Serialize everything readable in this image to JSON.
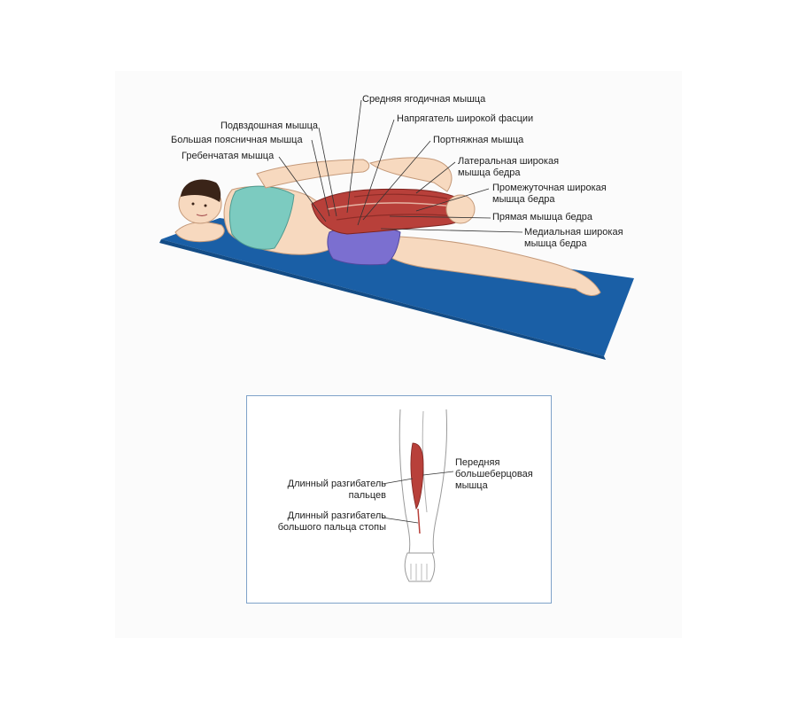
{
  "main_figure": {
    "labels": {
      "gluteus_medius": "Средняя ягодичная мышца",
      "iliacus": "Подвздошная мышца",
      "tensor_fasciae_latae": "Напрягатель широкой фасции",
      "psoas_major": "Большая поясничная мышца",
      "sartorius": "Портняжная мышца",
      "pectineus": "Гребенчатая мышца",
      "vastus_lateralis": "Латеральная широкая мышца бедра",
      "vastus_intermedius": "Промежуточная широкая мышца бедра",
      "rectus_femoris": "Прямая мышца бедра",
      "vastus_medialis": "Медиальная широкая мышца бедра"
    }
  },
  "inset_figure": {
    "labels": {
      "extensor_digitorum_longus": "Длинный разгибатель пальцев",
      "extensor_hallucis_longus": "Длинный разгибатель большого пальца стопы",
      "tibialis_anterior": "Передняя большеберцовая мышца"
    }
  },
  "colors": {
    "mat": "#1a5fa6",
    "skin": "#f7d9bf",
    "top": "#7ccbc0",
    "shorts": "#7b6fd0",
    "muscle": "#b8403a",
    "hair": "#3a2418",
    "inset_border": "#7fa2c9"
  }
}
